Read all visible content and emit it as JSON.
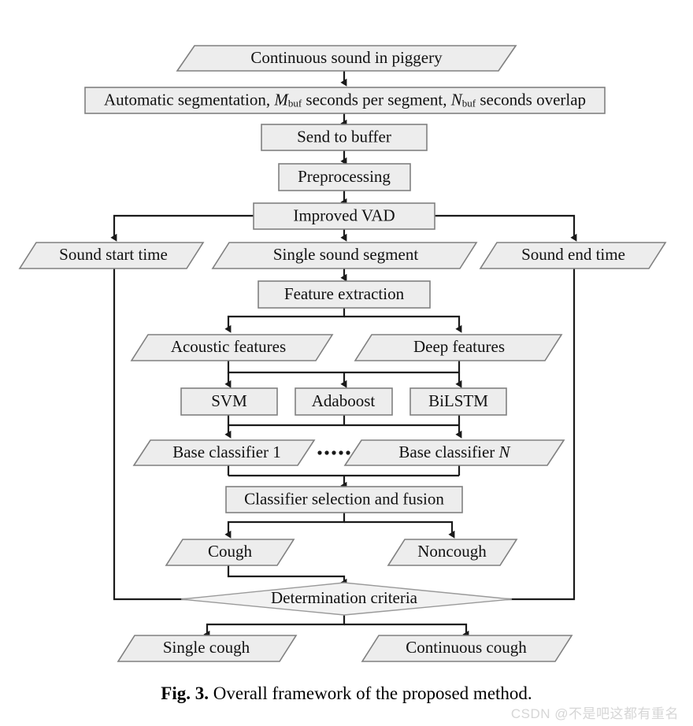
{
  "figure": {
    "caption_label": "Fig. 3.",
    "caption_text": "Overall framework of the proposed method.",
    "watermark": "CSDN @不是吧这都有重名"
  },
  "style": {
    "node_fill": "#ededed",
    "node_stroke": "#808080",
    "edge_color": "#1a1a1a",
    "diamond_fill": "#f2f2f2",
    "watermark_color": "#d6d6d6",
    "background": "#ffffff"
  },
  "nodes": {
    "continuous_sound": {
      "label": "Continuous sound in piggery",
      "shape": "parallelogram"
    },
    "automatic_segmentation": {
      "label": "Automatic segmentation, Mbuf seconds per segment, Nbuf seconds overlap",
      "shape": "rectangle",
      "parts": {
        "p1": "Automatic segmentation, ",
        "var1": "M",
        "sub1": "buf",
        "p2": " seconds per segment, ",
        "var2": "N",
        "sub2": "buf",
        "p3": " seconds overlap"
      }
    },
    "send_to_buffer": {
      "label": "Send to buffer",
      "shape": "rectangle"
    },
    "preprocessing": {
      "label": "Preprocessing",
      "shape": "rectangle"
    },
    "improved_vad": {
      "label": "Improved VAD",
      "shape": "rectangle"
    },
    "sound_start_time": {
      "label": "Sound start time",
      "shape": "parallelogram"
    },
    "single_sound_segment": {
      "label": "Single sound segment",
      "shape": "parallelogram"
    },
    "sound_end_time": {
      "label": "Sound end time",
      "shape": "parallelogram"
    },
    "feature_extraction": {
      "label": "Feature extraction",
      "shape": "rectangle"
    },
    "acoustic_features": {
      "label": "Acoustic features",
      "shape": "parallelogram"
    },
    "deep_features": {
      "label": "Deep features",
      "shape": "parallelogram"
    },
    "svm": {
      "label": "SVM",
      "shape": "rectangle"
    },
    "adaboost": {
      "label": "Adaboost",
      "shape": "rectangle"
    },
    "bilstm": {
      "label": "BiLSTM",
      "shape": "rectangle"
    },
    "base_classifier_1": {
      "label": "Base classifier 1",
      "shape": "parallelogram"
    },
    "base_classifier_n": {
      "label": "Base classifier N",
      "shape": "parallelogram",
      "parts": {
        "p1": "Base classifier ",
        "var1": "N"
      }
    },
    "ellipsis": {
      "label": "......"
    },
    "classifier_selection": {
      "label": "Classifier selection and fusion",
      "shape": "rectangle"
    },
    "cough": {
      "label": "Cough",
      "shape": "parallelogram"
    },
    "noncough": {
      "label": "Noncough",
      "shape": "parallelogram"
    },
    "determination_criteria": {
      "label": "Determination criteria",
      "shape": "diamond"
    },
    "single_cough": {
      "label": "Single cough",
      "shape": "parallelogram"
    },
    "continuous_cough": {
      "label": "Continuous cough",
      "shape": "parallelogram"
    }
  },
  "flow": {
    "edges": [
      "continuous_sound -> automatic_segmentation",
      "automatic_segmentation -> send_to_buffer",
      "send_to_buffer -> preprocessing",
      "preprocessing -> improved_vad",
      "improved_vad -> sound_start_time",
      "improved_vad -> single_sound_segment",
      "improved_vad -> sound_end_time",
      "single_sound_segment -> feature_extraction",
      "feature_extraction -> acoustic_features",
      "feature_extraction -> deep_features",
      "acoustic_features -> svm",
      "acoustic_features -> adaboost",
      "deep_features -> bilstm",
      "svm -> base_classifier_1",
      "adaboost -> base_classifier_1",
      "bilstm -> base_classifier_n",
      "base_classifier_1 -> classifier_selection",
      "base_classifier_n -> classifier_selection",
      "classifier_selection -> cough",
      "classifier_selection -> noncough",
      "cough -> determination_criteria",
      "sound_start_time -> determination_criteria",
      "sound_end_time -> determination_criteria",
      "determination_criteria -> single_cough",
      "determination_criteria -> continuous_cough"
    ]
  }
}
